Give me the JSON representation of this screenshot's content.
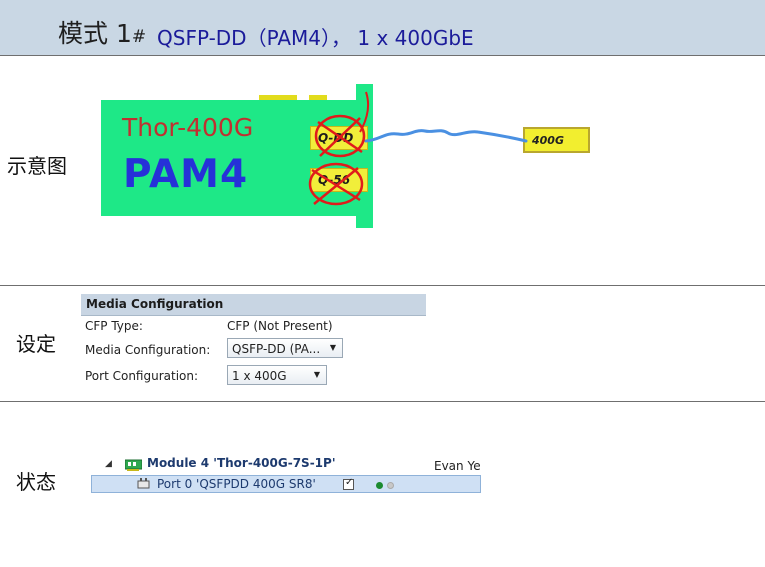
{
  "header": {
    "mode_word": "模式 1",
    "hash": "#",
    "title": "QSFP-DD（PAM4）， 1 x 400GbE"
  },
  "rows": {
    "diagram": "示意图",
    "settings": "设定",
    "status": "状态"
  },
  "diagram": {
    "card_name": "Thor-400G",
    "card_mode": "PAM4",
    "port_top": "Q-DD",
    "port_bottom": "Q-56",
    "module_label": "400G",
    "colors": {
      "card": "#1ee887",
      "port": "#f1ee3a",
      "annotation": "#e01b1b",
      "cable": "#4a90e2"
    }
  },
  "media_config": {
    "title": "Media Configuration",
    "cfp_type_label": "CFP Type:",
    "cfp_type_value": "CFP (Not Present)",
    "media_label": "Media Configuration:",
    "media_value": "QSFP-DD (PA...",
    "port_label": "Port Configuration:",
    "port_value": "1 x 400G"
  },
  "status": {
    "expand_glyph": "◢",
    "module": "Module 4 'Thor-400G-7S-1P'",
    "owner": "Evan Ye",
    "port": "Port 0 'QSFPDD 400G SR8'",
    "checked": "✓"
  }
}
